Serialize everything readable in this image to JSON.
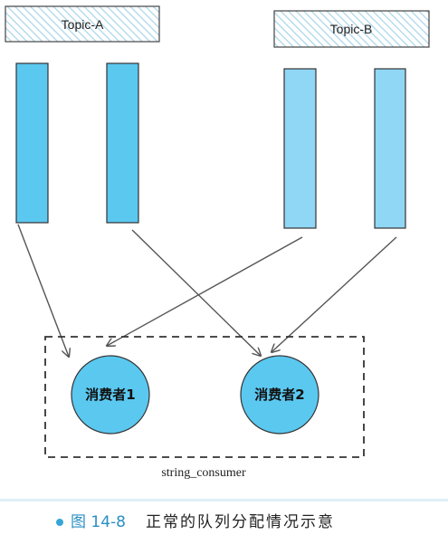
{
  "topics": [
    {
      "label": "Topic-A"
    },
    {
      "label": "Topic-B"
    }
  ],
  "consumers": [
    {
      "label": "消费者1"
    },
    {
      "label": "消费者2"
    }
  ],
  "consumer_group": {
    "label": "string_consumer"
  },
  "caption": {
    "figure_number": "图 14-8",
    "title": "正常的队列分配情况示意"
  },
  "colors": {
    "topic_a_queue": "#5bc8f0",
    "topic_b_queue": "#90d6f5",
    "consumer_fill": "#5bc8f0",
    "topic_hatch": "#aad6ea",
    "arrow": "#555555",
    "caption_number": "#2a8fc5",
    "caption_bullet": "#36a6d8"
  }
}
